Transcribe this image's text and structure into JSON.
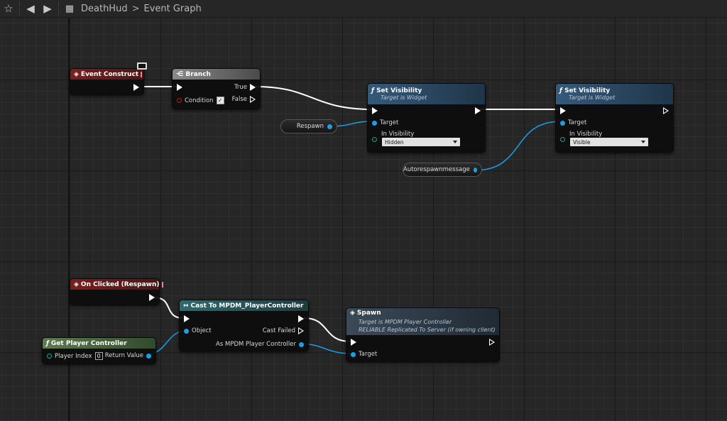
{
  "toolbar": {
    "star_icon": "star-icon",
    "back_icon": "arrow-left-icon",
    "forward_icon": "arrow-right-icon",
    "blueprint_icon": "blueprint-icon",
    "breadcrumb": [
      "DeathHud",
      "Event Graph"
    ],
    "separator": ">"
  },
  "nodes": {
    "event_construct": {
      "title": "Event Construct"
    },
    "branch": {
      "title": "Branch",
      "true_label": "True",
      "false_label": "False",
      "condition_label": "Condition",
      "condition_checked": "✓"
    },
    "set_visibility_1": {
      "title": "Set Visibility",
      "subtitle": "Target is Widget",
      "target_label": "Target",
      "in_visibility_label": "In Visibility",
      "value": "Hidden"
    },
    "set_visibility_2": {
      "title": "Set Visibility",
      "subtitle": "Target is Widget",
      "target_label": "Target",
      "in_visibility_label": "In Visibility",
      "value": "Visible"
    },
    "respawn_var": {
      "label": "Respawn"
    },
    "autorespawn_var": {
      "label": "Autorespawnmessage"
    },
    "on_clicked": {
      "title": "On Clicked (Respawn)"
    },
    "cast": {
      "title": "Cast To MPDM_PlayerController",
      "object_label": "Object",
      "cast_failed_label": "Cast Failed",
      "as_label": "As MPDM Player Controller"
    },
    "get_player_controller": {
      "title": "Get Player Controller",
      "player_index_label": "Player Index",
      "player_index_value": "0",
      "return_label": "Return Value"
    },
    "spawn": {
      "title": "Spawn",
      "subtitle1": "Target is MPDM Player Controller",
      "subtitle2": "RELIABLE Replicated To Server (if owning client)",
      "target_label": "Target"
    }
  },
  "colors": {
    "exec_wire": "#ffffff",
    "object_wire": "#1aa0e6",
    "event_header": "#7d1e1e",
    "function_header": "#36597a",
    "cast_header": "#2d6b70",
    "pure_header": "#5f7a53"
  }
}
